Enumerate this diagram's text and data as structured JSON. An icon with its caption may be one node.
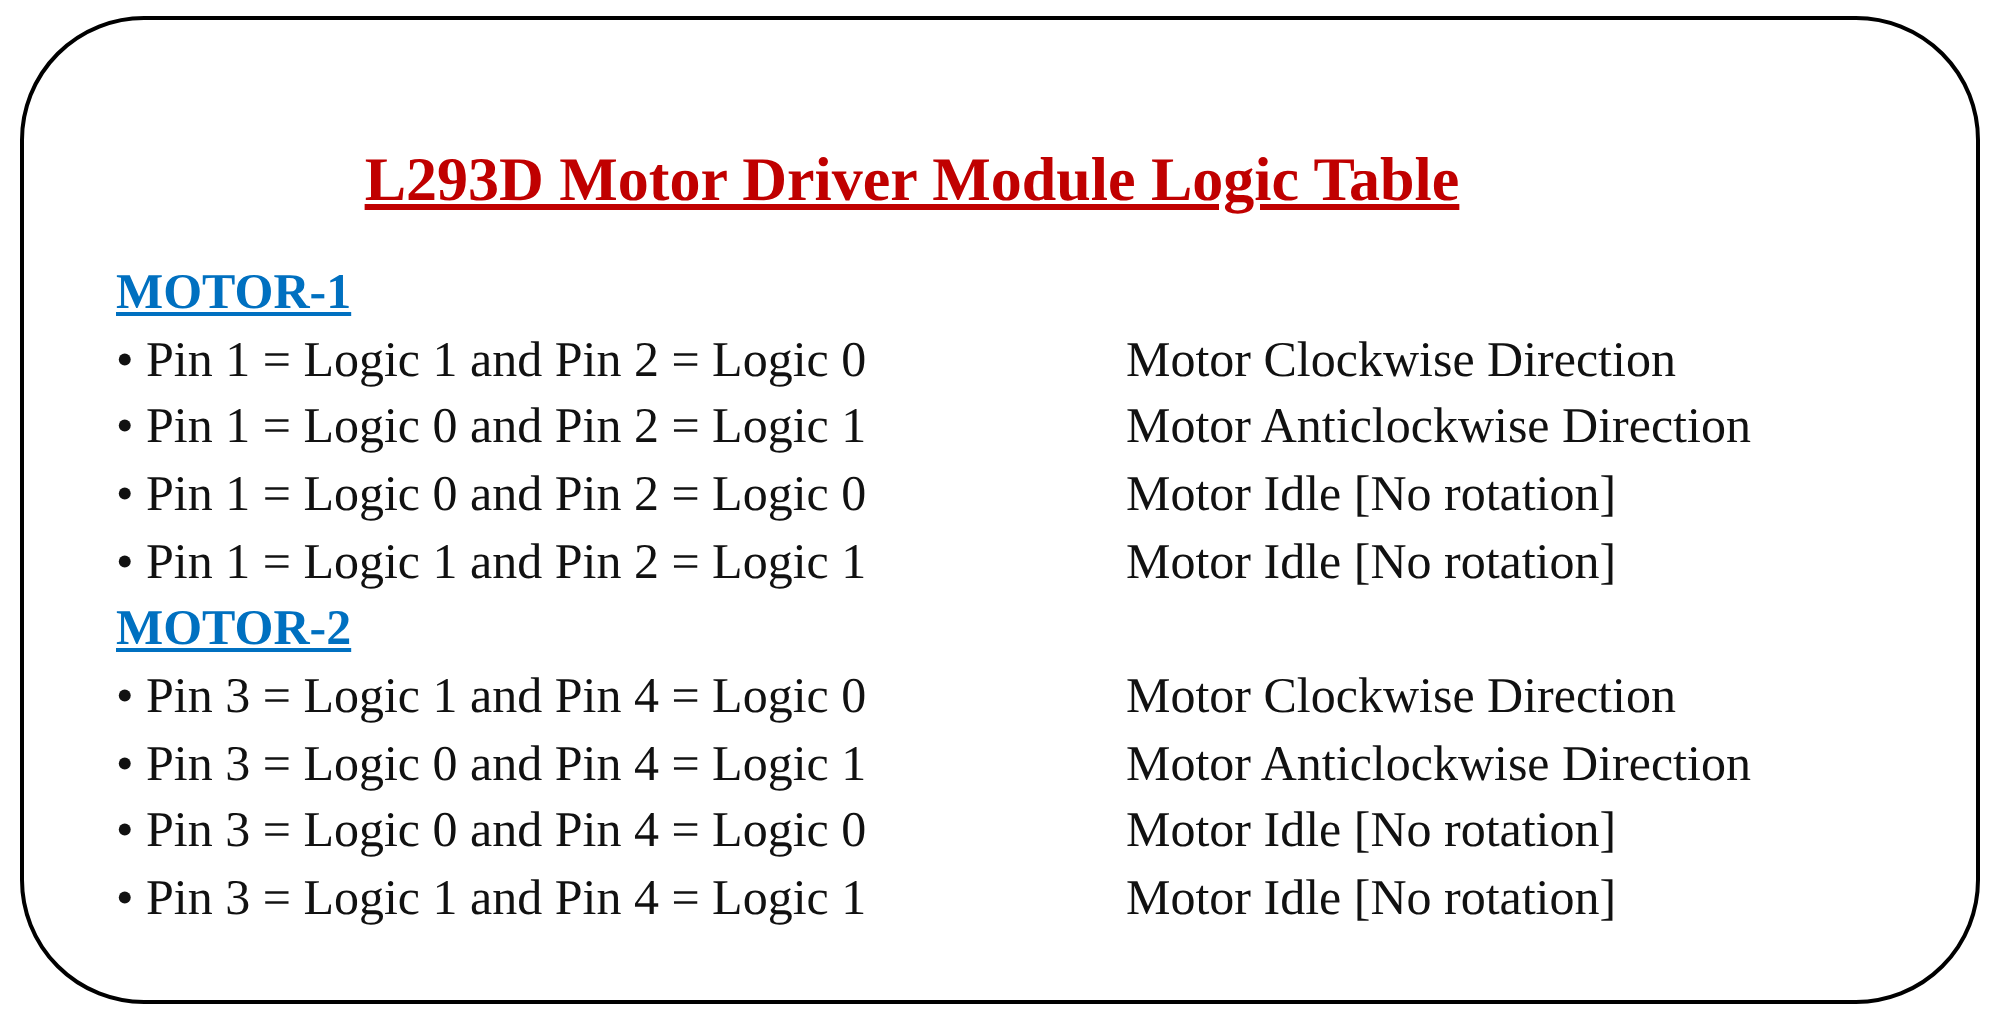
{
  "diagram": {
    "title": "L293D Motor Driver Module Logic Table",
    "labels": [
      "MOTOR-1",
      "• Pin 1 = Logic 1 and Pin 2 = Logic 0",
      "Motor Clockwise Direction",
      "• Pin 1 = Logic 0 and Pin 2 = Logic 1",
      "Motor Anticlockwise Direction",
      "• Pin 1 = Logic 0 and Pin 2 = Logic 0",
      "Motor Idle [No rotation]",
      "• Pin 1 = Logic 1 and Pin 2 = Logic 1",
      "Motor Idle [No rotation]",
      "MOTOR-2",
      "• Pin 3 = Logic 1 and Pin 4 = Logic 0",
      "Motor Clockwise Direction",
      "• Pin 3 = Logic 0 and Pin 4 = Logic 1",
      "Motor Anticlockwise Direction",
      "• Pin 3 = Logic 0 and Pin 4 = Logic 0",
      "Motor Idle [No rotation]",
      "• Pin 3 = Logic 1 and Pin 4 = Logic 1",
      "Motor Idle [No rotation]"
    ]
  }
}
